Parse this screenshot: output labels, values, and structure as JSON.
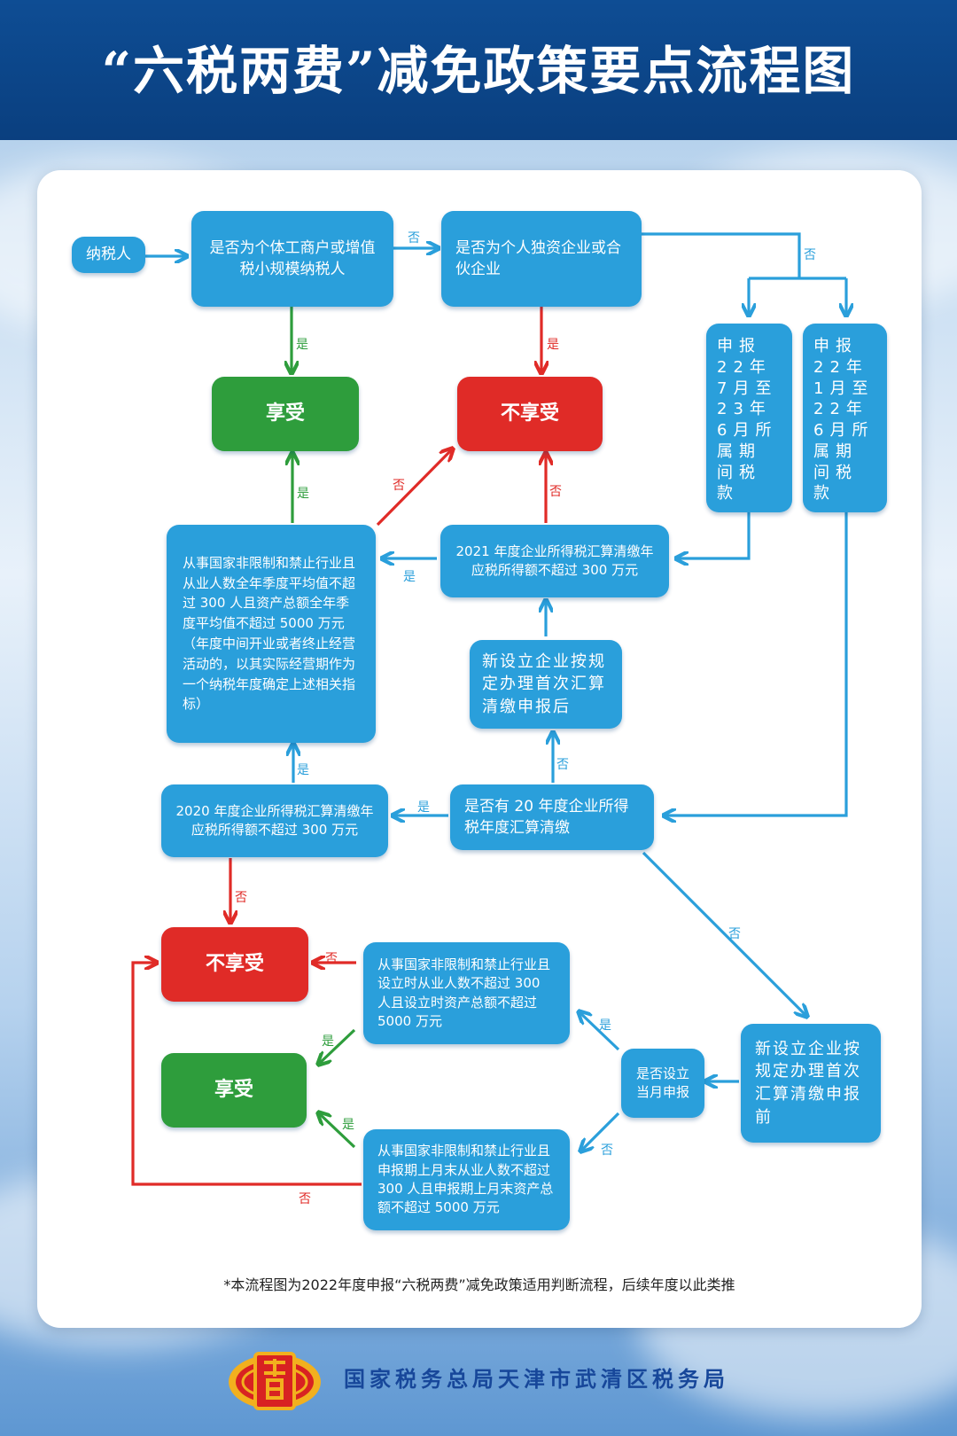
{
  "header": {
    "title": "“六税两费”减免政策要点流程图"
  },
  "nodes": {
    "taxpayer": "纳税人",
    "q_individual": "是否为个体工商户或增值税小规模纳税人",
    "q_sole_prop": "是否为个人独资企业或合伙企业",
    "period_a": "申报22年7月至23年6月所属期间税款",
    "period_b": "申报22年1月至22年6月所属期间税款",
    "enjoy_1": "享受",
    "not_enjoy_1": "不享受",
    "q_2021": "2021 年度企业所得税汇算清缴年应税所得额不超过 300 万元",
    "q_criteria": "从事国家非限制和禁止行业且从业人数全年季度平均值不超过 300 人且资产总额全年季度平均值不超过 5000 万元（年度中间开业或者终止经营活动的，以其实际经营期作为一个纳税年度确定上述相关指标）",
    "new_after": "新设立企业按规定办理首次汇算清缴申报后",
    "q_2020_exists": "是否有 20 年度企业所得税年度汇算清缴",
    "q_2020": "2020 年度企业所得税汇算清缴年应税所得额不超过 300 万元",
    "not_enjoy_2": "不享受",
    "enjoy_2": "享受",
    "q_setup_criteria": "从事国家非限制和禁止行业且设立时从业人数不超过 300 人且设立时资产总额不超过 5000 万元",
    "q_setup_month": "是否设立当月申报",
    "new_before": "新设立企业按规定办理首次汇算清缴申报前",
    "q_prev_month": "从事国家非限制和禁止行业且申报期上月末从业人数不超过 300 人且申报期上月末资产总额不超过 5000 万元"
  },
  "labels": {
    "yes": "是",
    "no": "否"
  },
  "footnote": "*本流程图为2022年度申报“六税两费”减免政策适用判断流程，后续年度以此类推",
  "org": "国家税务总局天津市武清区税务局",
  "colors": {
    "header": "#0a3f7f",
    "box": "#2a9fdb",
    "enjoy": "#2e9d3c",
    "not_enjoy": "#e02b27"
  }
}
